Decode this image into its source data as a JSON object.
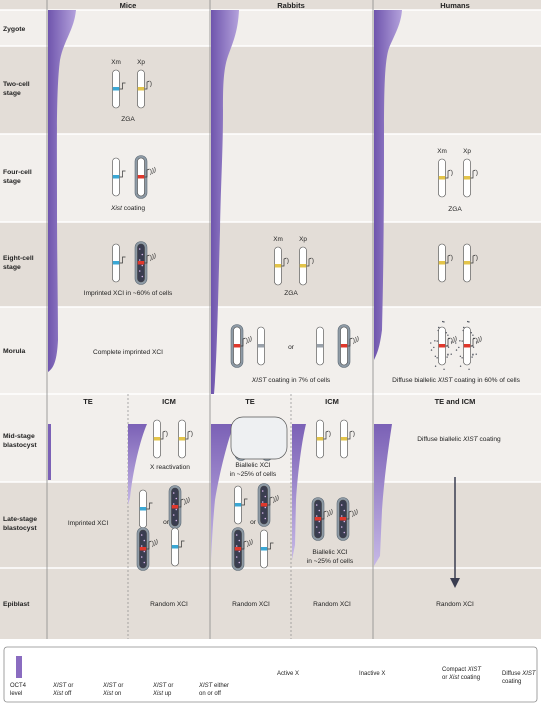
{
  "colors": {
    "row_shade": "#e3ddd7",
    "row_light": "#f2efec",
    "oct4": "#8a6cc0",
    "xist_off": "#3aa7d4",
    "xist_on": "#e3c44a",
    "xist_up": "#e0382c",
    "either": "#9aa2ab",
    "inactive": "#3a3d50",
    "coating": "#8f9ba6"
  },
  "columns": {
    "mice": "Mice",
    "rabbits": "Rabbits",
    "humans": "Humans"
  },
  "rows": {
    "zygote": "Zygote",
    "two_cell": [
      "Two-cell",
      "stage"
    ],
    "four_cell": [
      "Four-cell",
      "stage"
    ],
    "eight_cell": [
      "Eight-cell",
      "stage"
    ],
    "morula": "Morula",
    "mid_blast": [
      "Mid-stage",
      "blastocyst"
    ],
    "late_blast": [
      "Late-stage",
      "blastocyst"
    ],
    "epiblast": "Epiblast"
  },
  "subheaders": {
    "te": "TE",
    "icm": "ICM",
    "te_icm": "TE and ICM"
  },
  "labels": {
    "xm": "Xm",
    "xp": "Xp",
    "or": "or"
  },
  "captions": {
    "mouse_2cell": "ZGA",
    "mouse_4cell_pre": "",
    "mouse_4cell_it": "Xist",
    "mouse_4cell_post": " coating",
    "mouse_8cell": "Imprinted XCI in ~60% of cells",
    "mouse_morula": "Complete imprinted XCI",
    "mouse_mid_icm": "X reactivation",
    "mouse_late_te": "Imprinted XCI",
    "mouse_epi": "Random XCI",
    "rabbit_8cell": "ZGA",
    "rabbit_morula_it": "XIST",
    "rabbit_morula_post": " coating in 7% of cells",
    "rabbit_mid_te_1": "Biallelic XCI",
    "rabbit_mid_te_2": "in ~25% of cells",
    "rabbit_late_icm_1": "Biallelic XCI",
    "rabbit_late_icm_2": "in ~25% of cells",
    "rabbit_epi_te": "Random XCI",
    "rabbit_epi_icm": "Random XCI",
    "human_4cell": "ZGA",
    "human_morula_pre": "Diffuse biallelic ",
    "human_morula_it": "XIST",
    "human_morula_post": " coating in 60% of cells",
    "human_mid_pre": "Diffuse biallelic ",
    "human_mid_it": "XIST",
    "human_mid_post": " coating",
    "human_epi": "Random XCI"
  },
  "legend": {
    "oct4": [
      "OCT4",
      "level"
    ],
    "xist_off": {
      "pre": "",
      "a": "XIST",
      "mid": " or",
      "b": "Xist",
      "post": " off"
    },
    "xist_on": {
      "a": "XIST",
      "mid": " or",
      "b": "Xist",
      "post": " on"
    },
    "xist_up": {
      "a": "XIST",
      "mid": " or",
      "b": "Xist",
      "post": " up"
    },
    "either": {
      "a": "XIST",
      "l1post": " either",
      "l2": "on or off"
    },
    "active": "Active X",
    "inactive": "Inactive X",
    "compact": {
      "l1": "Compact ",
      "l1it": "XIST",
      "l2": "or ",
      "l2it": "Xist",
      "l2post": " coating"
    },
    "diffuse": {
      "l1": "Diffuse ",
      "l1it": "XIST",
      "l2": "coating"
    }
  }
}
